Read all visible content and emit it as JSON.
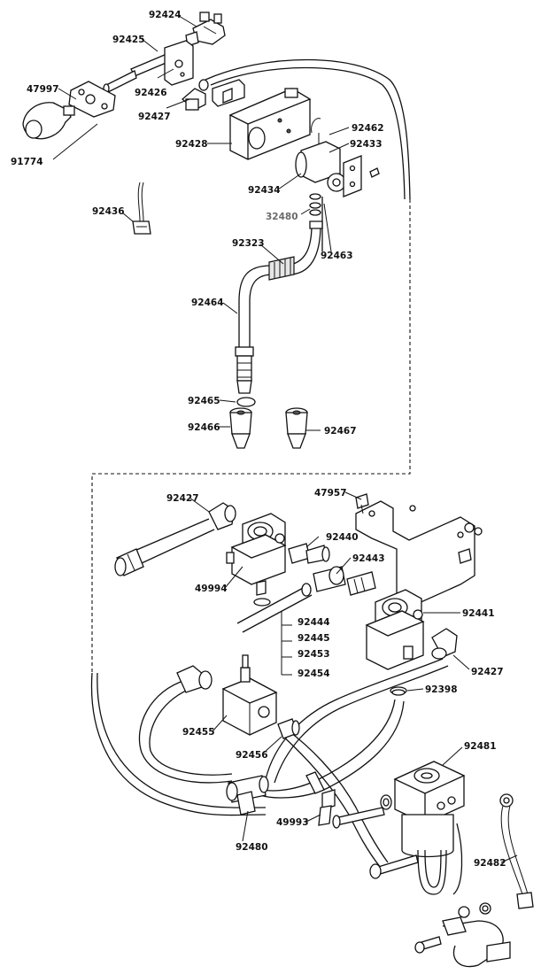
{
  "parts": {
    "p92424": "92424",
    "p92425": "92425",
    "p47997": "47997",
    "p92426": "92426",
    "p92427_top": "92427",
    "p91774": "91774",
    "p92428": "92428",
    "p92462": "92462",
    "p92433": "92433",
    "p92434": "92434",
    "p92436": "92436",
    "p32480": "32480",
    "p92463": "92463",
    "p92323": "92323",
    "p92464": "92464",
    "p92465": "92465",
    "p92466": "92466",
    "p92467": "92467",
    "p47957": "47957",
    "p92427_mid": "92427",
    "p92440": "92440",
    "p92443": "92443",
    "p49994": "49994",
    "p92441": "92441",
    "p92444": "92444",
    "p92445": "92445",
    "p92453": "92453",
    "p92454": "92454",
    "p92427_right": "92427",
    "p92398": "92398",
    "p92455": "92455",
    "p92456": "92456",
    "p92481": "92481",
    "p49993": "49993",
    "p92480": "92480",
    "p92482": "92482"
  },
  "colors": {
    "line": "#111111",
    "muted_label": "#6a6a6a",
    "background": "#ffffff"
  }
}
